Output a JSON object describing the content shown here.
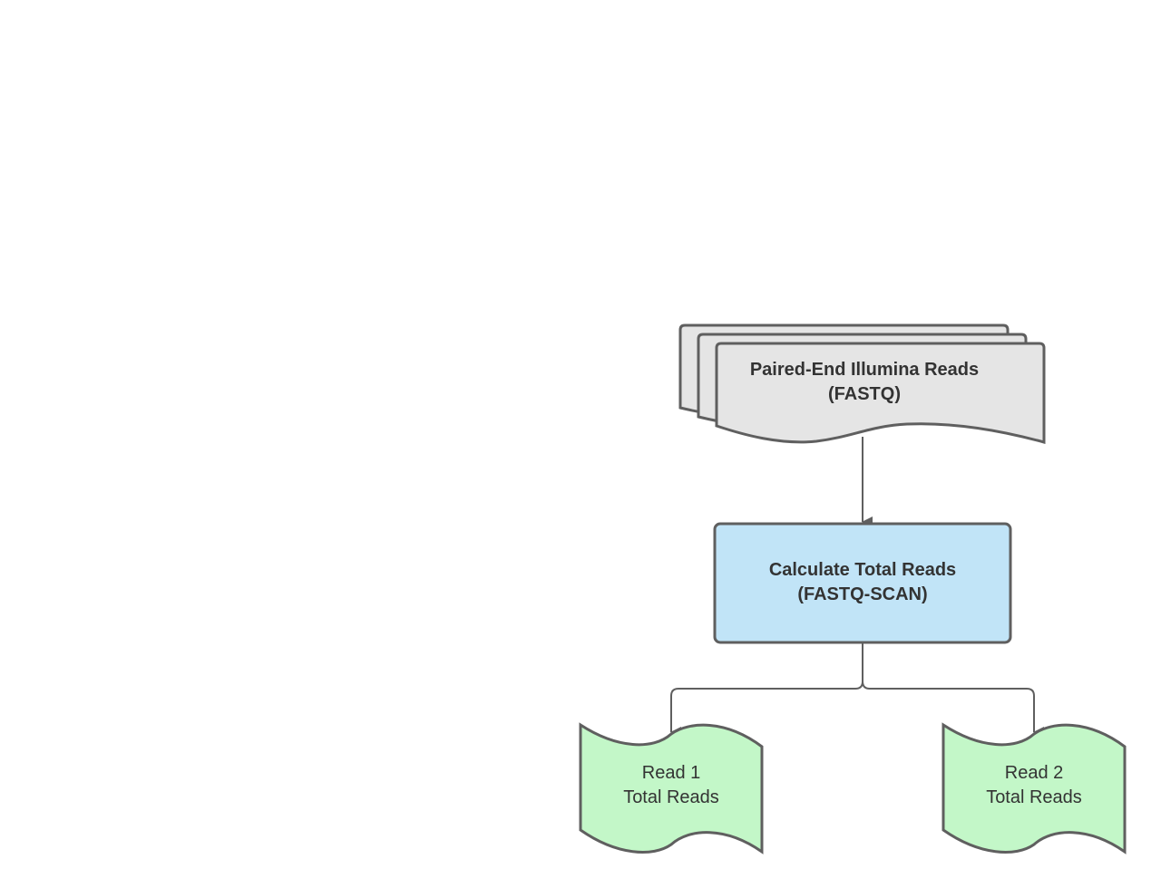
{
  "colors": {
    "stroke": "#5f5f5f",
    "input_fill": "#e5e5e5",
    "process_fill": "#c1e4f7",
    "output_fill": "#c3f7c8",
    "text": "#333333"
  },
  "nodes": {
    "input": {
      "line1": "Paired-End Illumina Reads",
      "line2": "(FASTQ)"
    },
    "process": {
      "line1": "Calculate Total Reads",
      "line2": "(FASTQ-SCAN)"
    },
    "output_read1": {
      "line1": "Read 1",
      "line2": "Total Reads"
    },
    "output_read2": {
      "line1": "Read 2",
      "line2": "Total Reads"
    }
  },
  "edges": [
    {
      "from": "input",
      "to": "process"
    },
    {
      "from": "process",
      "to": "output_read1"
    },
    {
      "from": "process",
      "to": "output_read2"
    }
  ]
}
